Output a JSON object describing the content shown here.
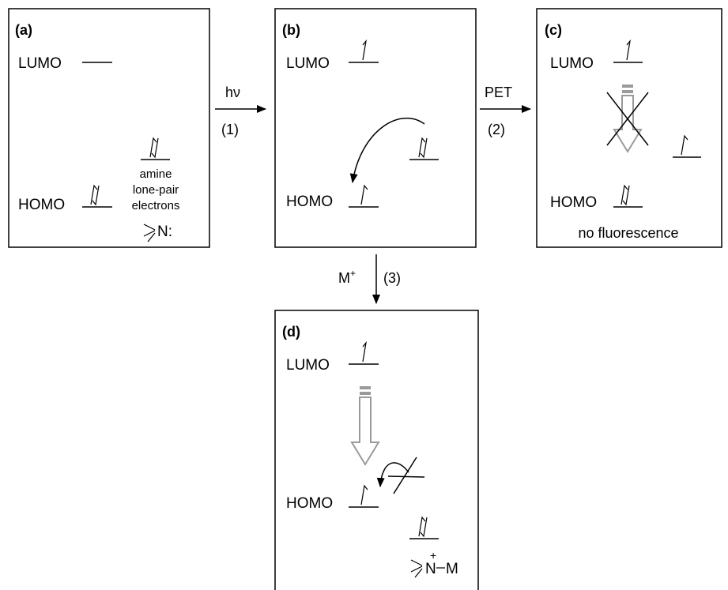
{
  "panels": {
    "a": {
      "tag": "(a)",
      "lumo": "LUMO",
      "homo": "HOMO",
      "note_1": "amine",
      "note_2": "lone-pair",
      "note_3": "electrons",
      "nitrogen": "N:"
    },
    "b": {
      "tag": "(b)",
      "lumo": "LUMO",
      "homo": "HOMO"
    },
    "c": {
      "tag": "(c)",
      "lumo": "LUMO",
      "homo": "HOMO",
      "caption": "no fluorescence"
    },
    "d": {
      "tag": "(d)",
      "lumo": "LUMO",
      "homo": "HOMO",
      "nitrogen": "N",
      "plus": "+",
      "metal": "M"
    }
  },
  "steps": {
    "s1": {
      "label": "hν",
      "number": "(1)"
    },
    "s2": {
      "label": "PET",
      "number": "(2)"
    },
    "s3": {
      "label": "M",
      "sup": "+",
      "number": "(3)"
    }
  },
  "colors": {
    "line": "#000000",
    "hollow_arrow": "#9a9a9a"
  }
}
